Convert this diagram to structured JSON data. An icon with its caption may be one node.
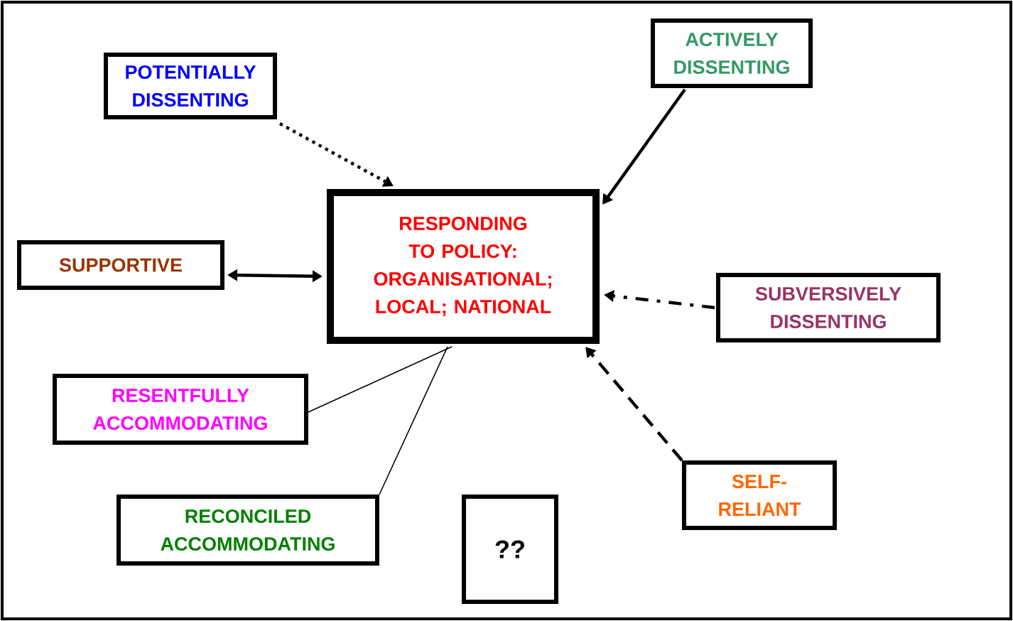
{
  "diagram": {
    "nodes": [
      {
        "text": [
          "RESPONDING TO POLICY: ORGANISATIONAL; LOCAL; NATIONAL"
        ]
      },
      {
        "text": [
          "POTENTIALLY DISSENTING"
        ]
      },
      {
        "text": [
          "ACTIVELY DISSENTING"
        ]
      },
      {
        "text": [
          "SUPPORTIVE"
        ]
      },
      {
        "text": [
          "SUBVERSIVELY DISSENTING"
        ]
      },
      {
        "text": [
          "RESENTFULLY ACCOMMODATING"
        ]
      },
      {
        "text": [
          "SELF-RELIANT"
        ]
      },
      {
        "text": [
          "RECONCILED ACCOMMODATING"
        ]
      },
      {
        "text": [
          "??"
        ]
      }
    ],
    "edges": [
      {
        "from": 1,
        "to": 0,
        "arrow": "to",
        "style": "dashed"
      },
      {
        "from": 2,
        "to": 0,
        "arrow": "to"
      },
      {
        "from": 3,
        "to": 0,
        "arrow": "both"
      },
      {
        "from": 4,
        "to": 0,
        "arrow": "to",
        "style": "dashed"
      },
      {
        "from": 6,
        "to": 0,
        "arrow": "to",
        "style": "dashed"
      },
      {
        "from": 5,
        "to": 0,
        "arrow": "none"
      },
      {
        "from": 7,
        "to": 0,
        "arrow": "none"
      }
    ]
  }
}
